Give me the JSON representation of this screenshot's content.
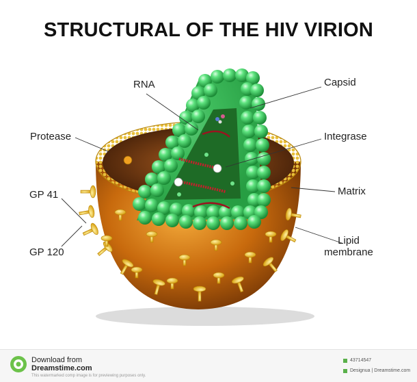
{
  "title": "STRUCTURAL OF THE HIV VIRION",
  "labels": {
    "rna": "RNA",
    "capsid": "Capsid",
    "protease": "Protease",
    "integrase": "Integrase",
    "gp41": "GP 41",
    "matrix": "Matrix",
    "gp120": "GP 120",
    "lipid_line1": "Lipid",
    "lipid_line2": "membrane"
  },
  "footer": {
    "download_from": "Download from",
    "site": "Dreamstime.com",
    "notice": "This watermarked comp image is for previewing purposes only.",
    "image_id": "43714547",
    "credit": "Designua | Dreamstime.com"
  },
  "colors": {
    "capsid_green": "#3ed16a",
    "capsid_inner": "#1f7a2a",
    "membrane_orange": "#d07a10",
    "spike_yellow": "#f2c41a",
    "interior_brown": "#5a2a0c",
    "rna_red": "#c81e2c"
  }
}
